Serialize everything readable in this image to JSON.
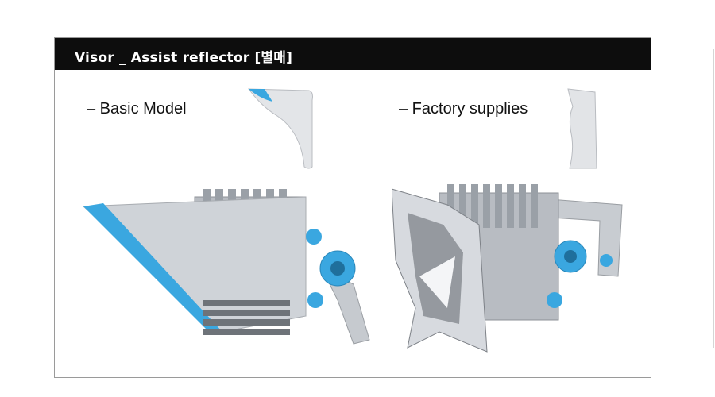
{
  "header": {
    "title": "Visor _ Assist reflector [별매]"
  },
  "models": [
    {
      "label": "– Basic Model"
    },
    {
      "label": "– Factory supplies"
    }
  ],
  "colors": {
    "header_bg": "#0d0d0d",
    "accent_blue": "#3aa7e0",
    "metal": "#c9cdd2"
  }
}
